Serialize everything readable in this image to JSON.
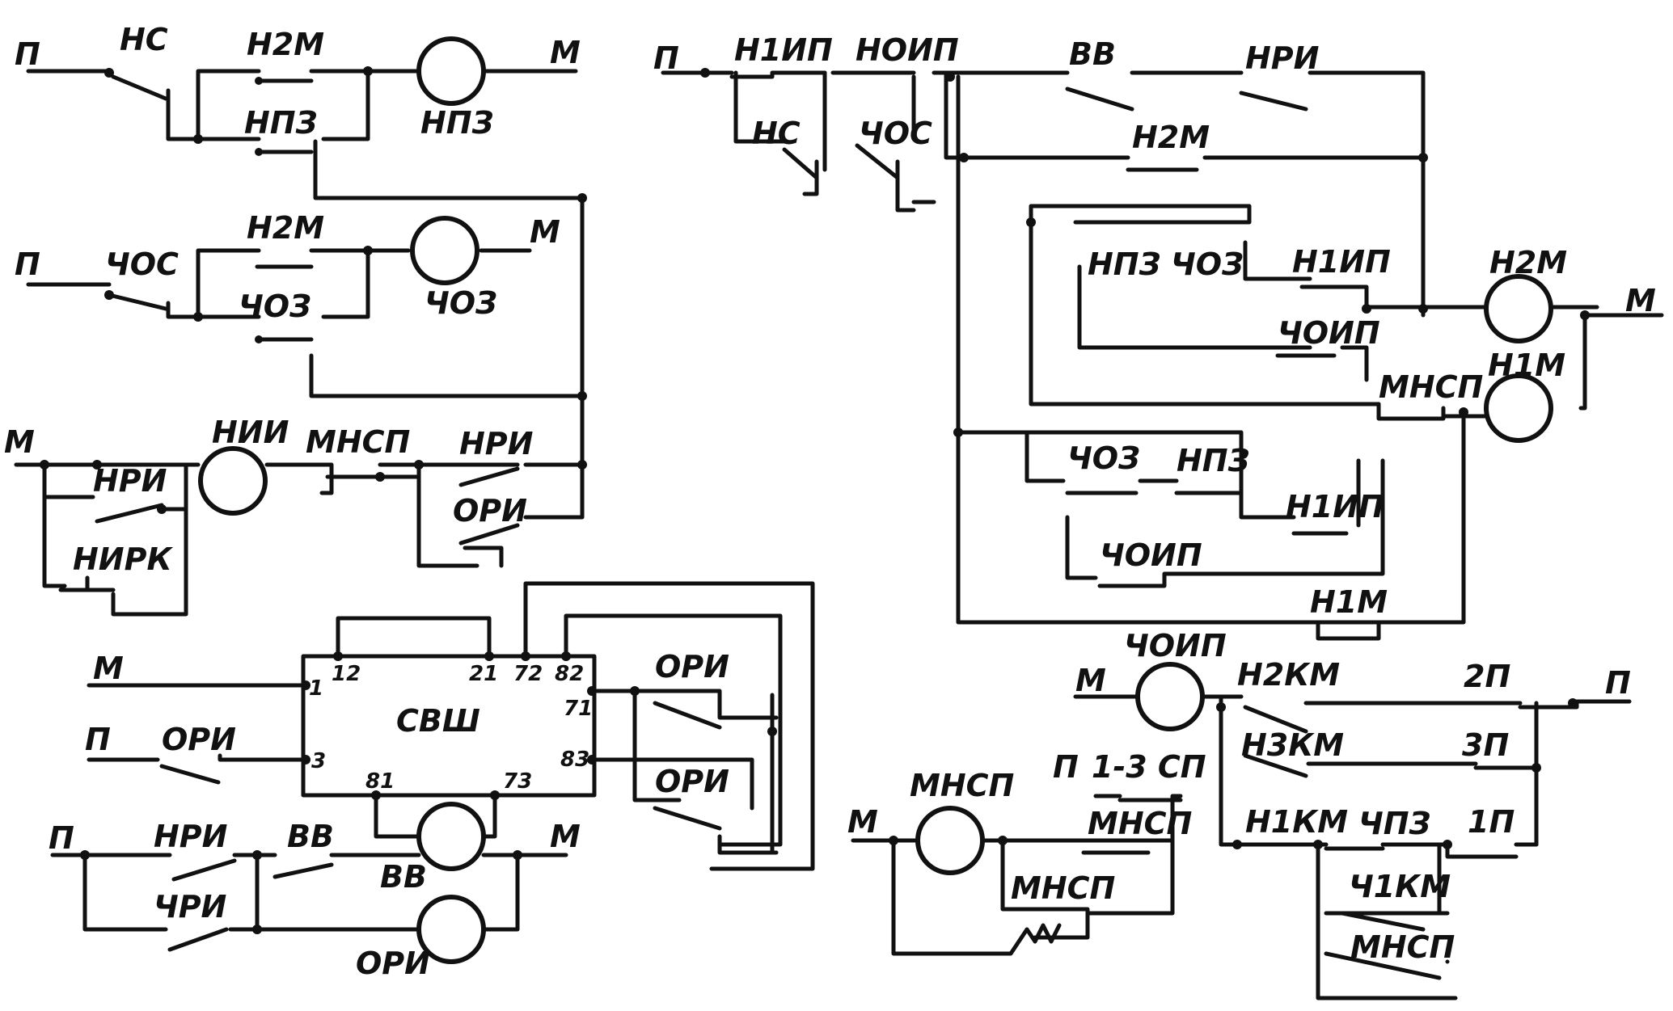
{
  "diagram": {
    "labels": {
      "p1": "П",
      "ns1": "НС",
      "n2m1": "Н2М",
      "m1": "М",
      "npz1": "НПЗ",
      "npz1c": "НПЗ",
      "p2": "П",
      "chos2": "ЧОС",
      "n2m2": "Н2М",
      "m2": "М",
      "choz2": "ЧОЗ",
      "choz2c": "ЧОЗ",
      "m3": "М",
      "nri3": "НРИ",
      "nik3": "НИИ",
      "mnsp3": "МНСП",
      "nri3b": "НРИ",
      "ori3": "ОРИ",
      "nirk3": "НИРК",
      "m4": "М",
      "p4": "П",
      "ori4": "ОРИ",
      "svsh": "СВШ",
      "t12": "12",
      "t21": "21",
      "t72": "72",
      "t82": "82",
      "t1": "1",
      "t71": "71",
      "t3": "3",
      "t83": "83",
      "t81": "81",
      "t73": "73",
      "ori4a": "ОРИ",
      "ori4b": "ОРИ",
      "p5": "П",
      "nri5": "НРИ",
      "vv5": "ВВ",
      "vv5c": "ВВ",
      "m5": "М",
      "chri5": "ЧРИ",
      "ori5c": "ОРИ",
      "p6": "П",
      "n1ip6": "Н1ИП",
      "noip6": "НОИП",
      "vv6": "ВВ",
      "nri6": "НРИ",
      "ns6": "НС",
      "chos6": "ЧОС",
      "n2m6": "Н2М",
      "npz7": "НПЗ",
      "choz7": "ЧОЗ",
      "n1ip7": "Н1ИП",
      "n2m7c": "Н2М",
      "m7": "М",
      "choip7": "ЧОИП",
      "mnsp7": "МНСП",
      "n1m7c": "Н1М",
      "choz8": "ЧОЗ",
      "npz8": "НПЗ",
      "n1ip8": "Н1ИП",
      "choip8": "ЧОИП",
      "n1m8": "Н1М",
      "choip9c": "ЧОИП",
      "m9": "М",
      "n2km9": "Н2КМ",
      "p2_9": "2П",
      "p9": "П",
      "n3km9": "Н3КМ",
      "p3_9": "3П",
      "mnsp10c": "МНСП",
      "p10": "П",
      "sp10": "1-3 СП",
      "m10": "М",
      "mnsp10": "МНСП",
      "mnsp10r": "МНСП",
      "n1km9": "Н1КМ",
      "chpz9": "ЧПЗ",
      "p1_9": "1П",
      "ch1km9": "Ч1КМ",
      "mnsp9": "МНСП"
    }
  }
}
